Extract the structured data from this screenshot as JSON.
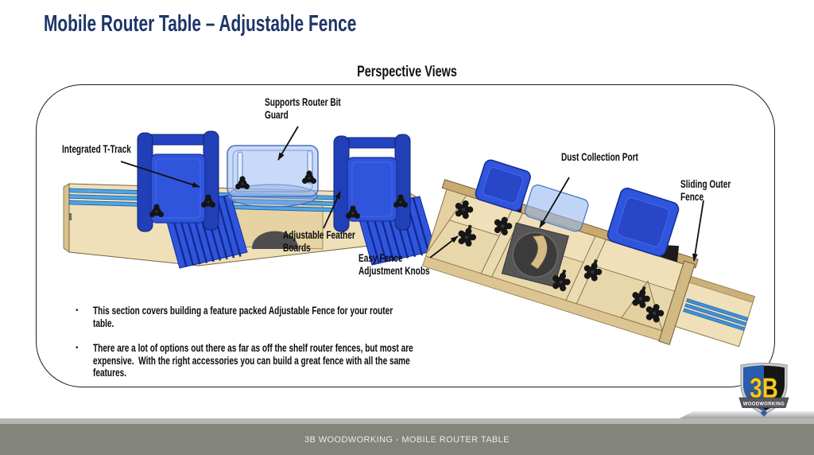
{
  "slide": {
    "title": "Mobile Router Table – Adjustable Fence",
    "section_title": "Perspective Views"
  },
  "callouts": [
    {
      "text": "Integrated T-Track"
    },
    {
      "text": "Supports Router Bit\nGuard"
    },
    {
      "text": "Adjustable Feather\nBoards"
    },
    {
      "text": "Easy Fence\nAdjustment Knobs"
    },
    {
      "text": "Dust Collection Port"
    },
    {
      "text": "Sliding Outer\nFence"
    }
  ],
  "bullets": [
    "This section covers building a feature packed Adjustable Fence for your router\ntable.",
    "There are a lot of options out there as far as off the shelf router fences, but most are\nexpensive.  With the right accessories you can build a great fence with all the same\nfeatures."
  ],
  "logo": {
    "monogram": "3B",
    "banner": "WOODWORKING"
  },
  "footer": {
    "text": "3B WOODWORKING - MOBILE ROUTER TABLE"
  },
  "colors": {
    "title_navy": "#1e3567",
    "wood_light": "#efe0ba",
    "wood_edge": "#d9c28c",
    "track_blue": "#4fa5e9",
    "featherboard_blue": "#2f55dd",
    "guard_translucent_blue": "#9bbcf0",
    "knob_black": "#141414",
    "footer_gray": "#83847b",
    "logo_yellow": "#f7c91d",
    "logo_blue": "#2a5cab"
  }
}
